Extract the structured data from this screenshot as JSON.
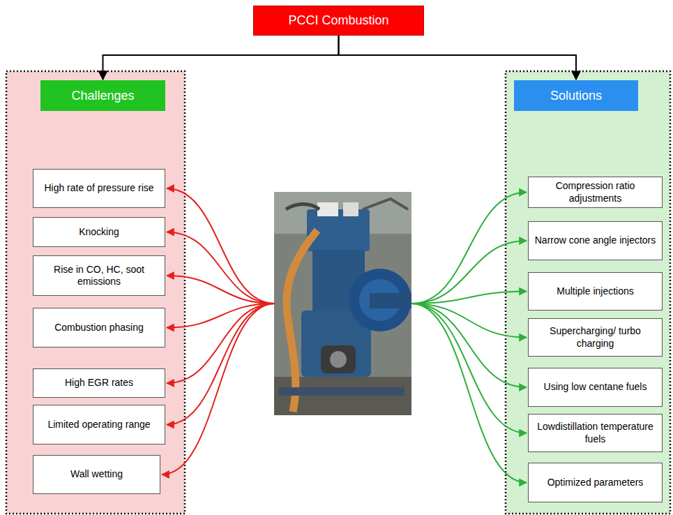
{
  "diagram": {
    "nodes": [
      {
        "text": [
          "PCCI Combustion"
        ]
      },
      {
        "text": [
          "Challenges"
        ]
      },
      {
        "text": [
          "High rate of pressure rise"
        ]
      },
      {
        "text": [
          "Knocking"
        ]
      },
      {
        "text": [
          "Rise in CO, HC, soot emissions"
        ]
      },
      {
        "text": [
          "Combustion phasing"
        ]
      },
      {
        "text": [
          "High EGR rates"
        ]
      },
      {
        "text": [
          "Limited operating range"
        ]
      },
      {
        "text": [
          "Wall wetting"
        ]
      },
      {
        "text": [
          "Solutions"
        ]
      },
      {
        "text": [
          "Compression ratio adjustments"
        ]
      },
      {
        "text": [
          "Narrow cone angle injectors"
        ]
      },
      {
        "text": [
          "Multiple injections"
        ]
      },
      {
        "text": [
          "Supercharging/ turbo charging"
        ]
      },
      {
        "text": [
          "Using low centane fuels"
        ]
      },
      {
        "text": [
          "Lowdistillation temperature fuels"
        ]
      },
      {
        "text": [
          "Optimized parameters"
        ]
      }
    ],
    "edges": [
      {
        "from": 0,
        "to": 1,
        "arrow": "to"
      },
      {
        "from": 0,
        "to": 9,
        "arrow": "to"
      }
    ]
  }
}
